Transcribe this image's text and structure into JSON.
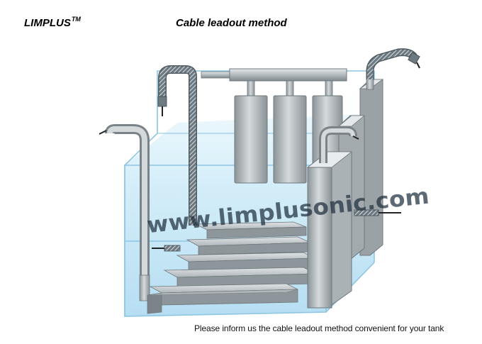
{
  "header": {
    "brand": "LIMPLUS",
    "brand_mark": "TM",
    "title": "Cable leadout method"
  },
  "diagram": {
    "watermark": "www.limplusonic.com"
  },
  "footer": {
    "caption": "Please inform us the cable leadout method convenient for your tank"
  },
  "colors": {
    "water": "#bfe3f5",
    "tank_edge": "#8fc7e4",
    "steel": "#b9c0c4",
    "steel_dark": "#7d868a",
    "cable": "#5c6a72"
  }
}
